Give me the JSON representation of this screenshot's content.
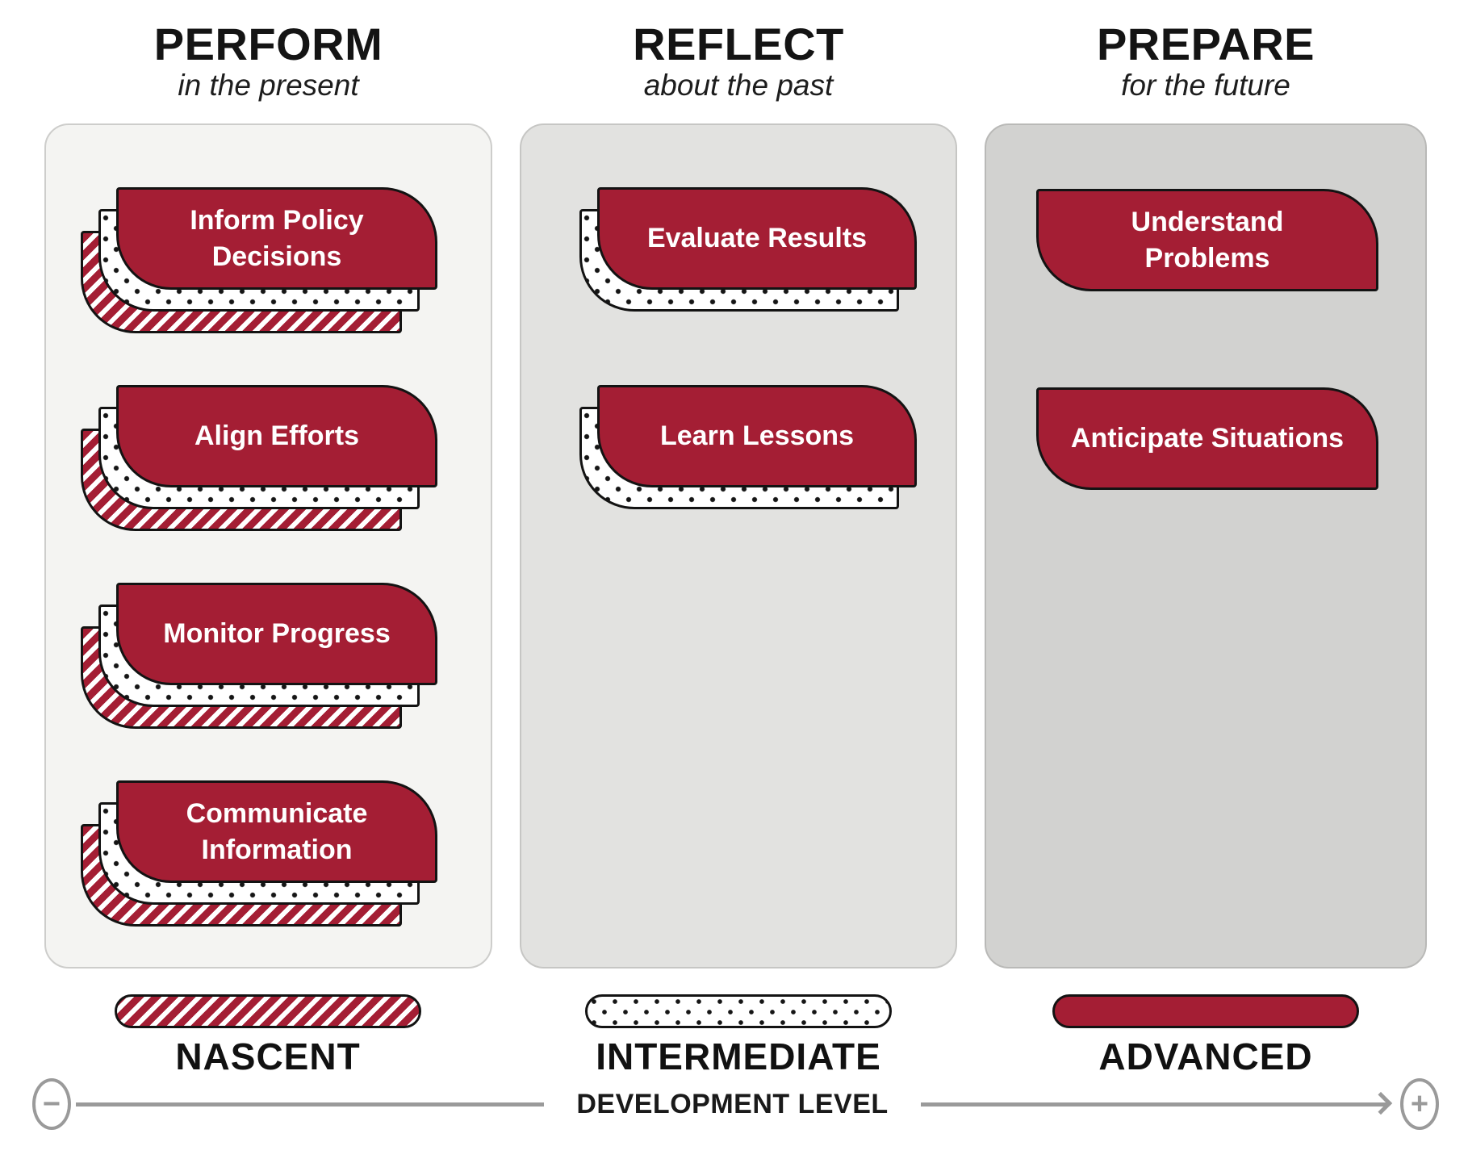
{
  "columns": [
    {
      "title": "PERFORM",
      "subtitle": "in the present",
      "cards": [
        {
          "label": "Inform Policy Decisions",
          "levels": [
            "nascent",
            "intermediate",
            "advanced"
          ]
        },
        {
          "label": "Align Efforts",
          "levels": [
            "nascent",
            "intermediate",
            "advanced"
          ]
        },
        {
          "label": "Monitor Progress",
          "levels": [
            "nascent",
            "intermediate",
            "advanced"
          ]
        },
        {
          "label": "Communicate Information",
          "levels": [
            "nascent",
            "intermediate",
            "advanced"
          ]
        }
      ]
    },
    {
      "title": "REFLECT",
      "subtitle": "about the past",
      "cards": [
        {
          "label": "Evaluate Results",
          "levels": [
            "intermediate",
            "advanced"
          ]
        },
        {
          "label": "Learn Lessons",
          "levels": [
            "intermediate",
            "advanced"
          ]
        }
      ]
    },
    {
      "title": "PREPARE",
      "subtitle": "for the future",
      "cards": [
        {
          "label": "Understand Problems",
          "levels": [
            "advanced"
          ]
        },
        {
          "label": "Anticipate Situations",
          "levels": [
            "advanced"
          ]
        }
      ]
    }
  ],
  "legend": {
    "items": [
      {
        "label": "NASCENT",
        "pattern": "striped"
      },
      {
        "label": "INTERMEDIATE",
        "pattern": "dotted"
      },
      {
        "label": "ADVANCED",
        "pattern": "solid"
      }
    ],
    "axis_label": "DEVELOPMENT LEVEL",
    "minus_symbol": "−",
    "plus_symbol": "+"
  },
  "colors": {
    "red": "#A41E34",
    "panel1": "#F4F4F2",
    "panel2": "#E2E2E0",
    "panel3": "#D2D2D0",
    "gray": "#9A9A9A"
  }
}
